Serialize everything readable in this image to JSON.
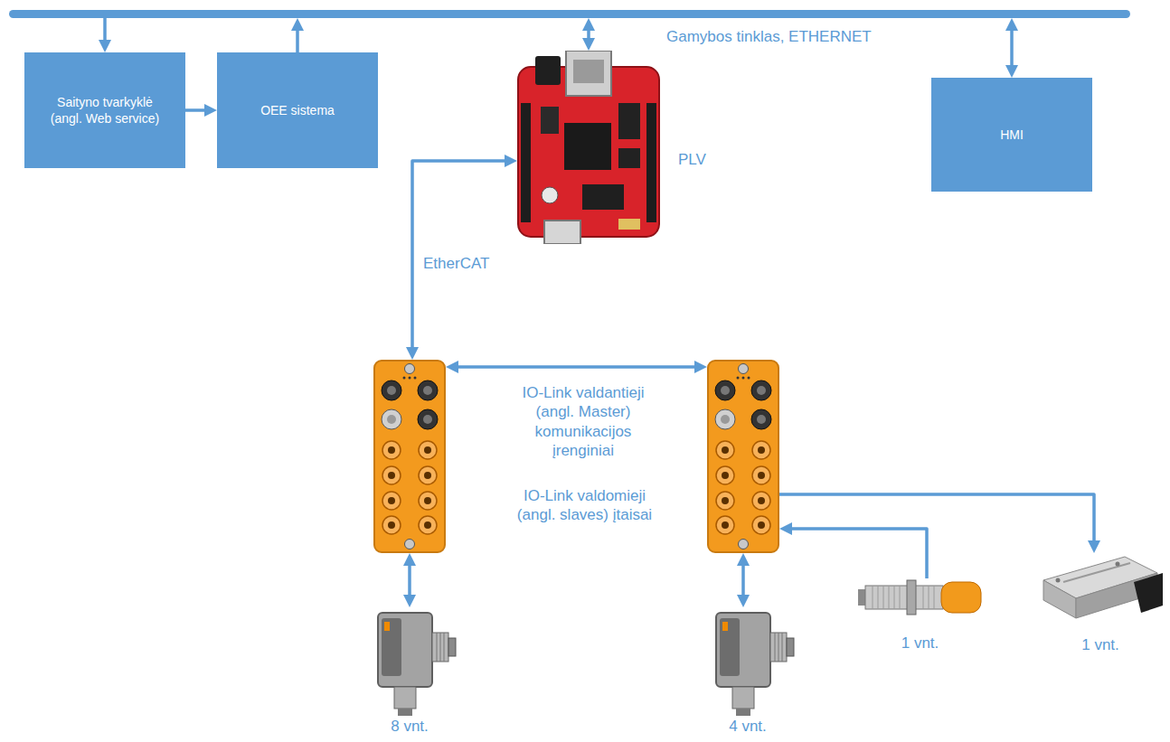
{
  "diagram": {
    "nodes": [
      {
        "text": [
          "Gamybos tinklas, ETHERNET"
        ]
      },
      {
        "text": [
          "Saityno tvarkyklė (angl. Web service)"
        ]
      },
      {
        "text": [
          "OEE sistema"
        ]
      },
      {
        "text": [
          "PLV"
        ]
      },
      {
        "text": [
          "HMI"
        ]
      },
      {
        "text": []
      },
      {
        "text": []
      },
      {
        "text": [
          "8 vnt."
        ]
      },
      {
        "text": [
          "4 vnt."
        ]
      },
      {
        "text": [
          "1 vnt."
        ]
      },
      {
        "text": [
          "1 vnt."
        ]
      }
    ],
    "edges": [
      {
        "from": 0,
        "to": 1,
        "arrow": "to"
      },
      {
        "from": 2,
        "to": 0,
        "arrow": "to"
      },
      {
        "from": 1,
        "to": 2,
        "arrow": "to"
      },
      {
        "from": 3,
        "to": 0,
        "arrow": "both"
      },
      {
        "from": 4,
        "to": 0,
        "arrow": "both"
      },
      {
        "from": 3,
        "to": 5,
        "label": "EtherCAT",
        "arrow": "both"
      },
      {
        "from": 5,
        "to": 6,
        "label": "IO-Link valdantieji (angl. Master) komunikacijos įrenginiai",
        "arrow": "both"
      },
      {
        "from": 5,
        "to": 7,
        "arrow": "both"
      },
      {
        "from": 6,
        "to": 8,
        "arrow": "both"
      },
      {
        "from": 9,
        "to": 6,
        "arrow": "to"
      },
      {
        "from": 6,
        "to": 10,
        "arrow": "to"
      }
    ],
    "labels": [
      "IO-Link valdomieji (angl. slaves) įtaisai"
    ]
  }
}
